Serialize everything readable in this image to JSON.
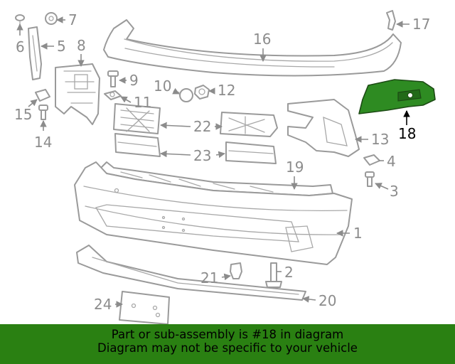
{
  "callouts": [
    "1",
    "2",
    "3",
    "4",
    "5",
    "6",
    "7",
    "8",
    "9",
    "10",
    "11",
    "12",
    "13",
    "14",
    "15",
    "16",
    "17",
    "18",
    "19",
    "20",
    "21",
    "22",
    "23",
    "24"
  ],
  "highlight": {
    "part_number": "18",
    "color": "#2e8b22"
  },
  "banner": {
    "line1": "Part or sub-assembly is #18 in diagram",
    "line2": "Diagram may not be specific to your vehicle",
    "color": "#2a8012"
  }
}
